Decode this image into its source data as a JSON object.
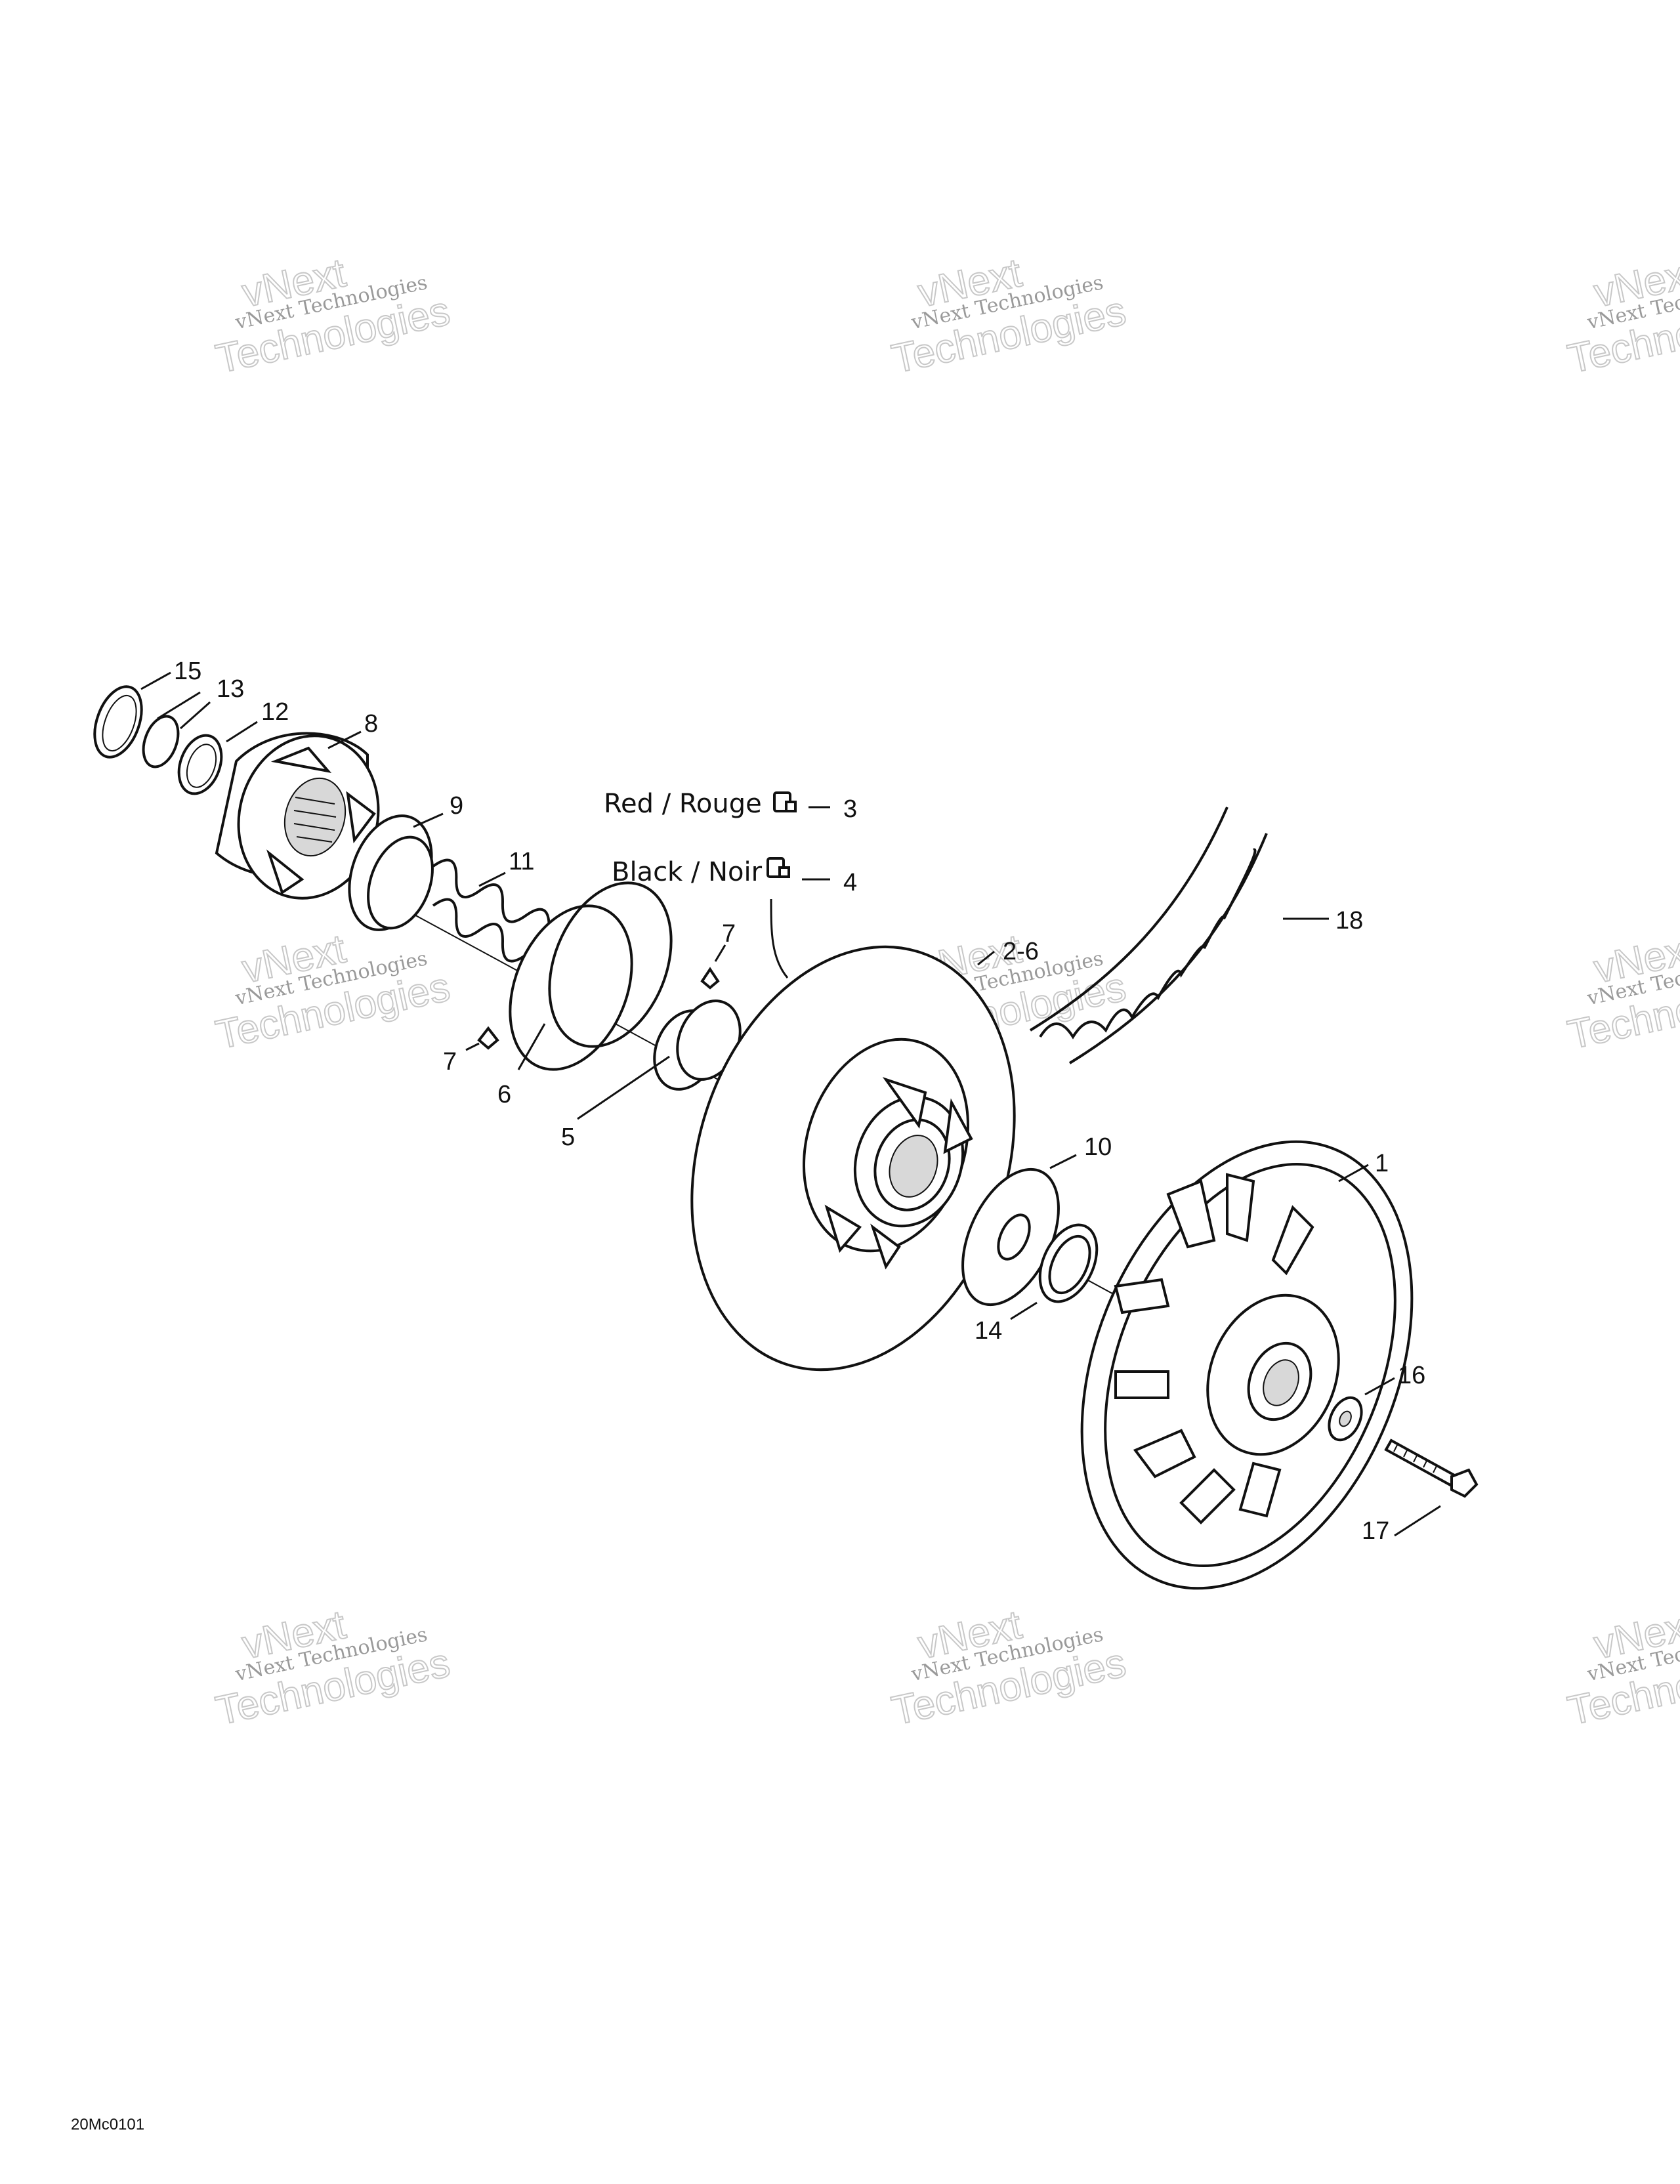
{
  "diagram_code": "20Mc0101",
  "watermark": {
    "line1": "vNext",
    "line2": "vNext Technologies",
    "line3": "Technologies"
  },
  "wire_labels": {
    "red": "Red / Rouge",
    "black": "Black / Noir"
  },
  "callouts": {
    "c1": "1",
    "c2_6": "2-6",
    "c3": "3",
    "c4": "4",
    "c5": "5",
    "c6": "6",
    "c7a": "7",
    "c7b": "7",
    "c8": "8",
    "c9": "9",
    "c10": "10",
    "c11": "11",
    "c12": "12",
    "c13": "13",
    "c14": "14",
    "c15": "15",
    "c16": "16",
    "c17": "17",
    "c18": "18"
  }
}
